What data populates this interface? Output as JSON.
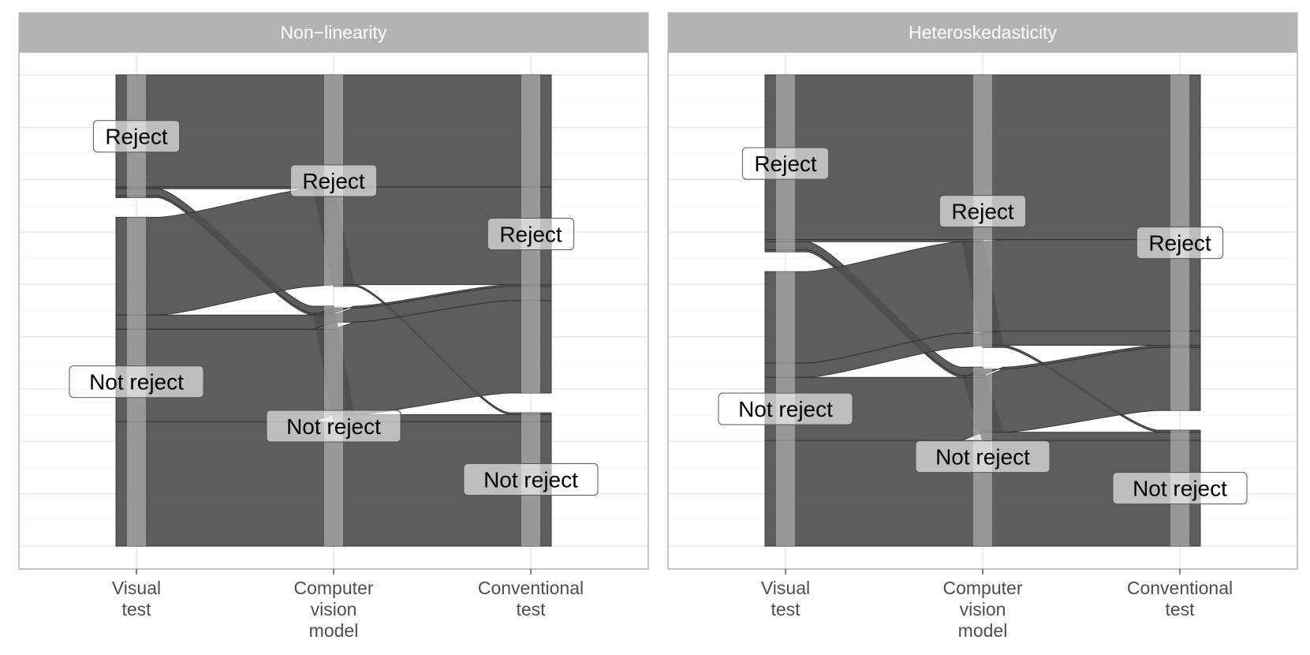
{
  "chart_data": [
    {
      "type": "alluvial",
      "title": "Non−linearity",
      "axes": [
        {
          "key": "visual",
          "label": "Visual\ntest"
        },
        {
          "key": "cv",
          "label": "Computer\nvision\nmodel"
        },
        {
          "key": "conv",
          "label": "Conventional\ntest"
        }
      ],
      "strata": [
        "Reject",
        "Not reject"
      ],
      "flows": [
        {
          "visual": "Reject",
          "cv": "Reject",
          "conv": "Reject",
          "count": 63
        },
        {
          "visual": "Reject",
          "cv": "Reject",
          "conv": "Not reject",
          "count": 1
        },
        {
          "visual": "Reject",
          "cv": "Not reject",
          "conv": "Not reject",
          "count": 4
        },
        {
          "visual": "Reject",
          "cv": "Not reject",
          "conv": "Reject",
          "count": 1
        },
        {
          "visual": "Not reject",
          "cv": "Reject",
          "conv": "Reject",
          "count": 55
        },
        {
          "visual": "Not reject",
          "cv": "Not reject",
          "conv": "Reject",
          "count": 8
        },
        {
          "visual": "Not reject",
          "cv": "Not reject",
          "conv": "Reject",
          "count": 52
        },
        {
          "visual": "Not reject",
          "cv": "Not reject",
          "conv": "Not reject",
          "count": 70
        }
      ]
    },
    {
      "type": "alluvial",
      "title": "Heteroskedasticity",
      "axes": [
        {
          "key": "visual",
          "label": "Visual\ntest"
        },
        {
          "key": "cv",
          "label": "Computer\nvision\nmodel"
        },
        {
          "key": "conv",
          "label": "Conventional\ntest"
        }
      ],
      "strata": [
        "Reject",
        "Not reject"
      ],
      "flows": [
        {
          "visual": "Reject",
          "cv": "Reject",
          "conv": "Reject",
          "count": 81
        },
        {
          "visual": "Reject",
          "cv": "Reject",
          "conv": "Not reject",
          "count": 1
        },
        {
          "visual": "Reject",
          "cv": "Not reject",
          "conv": "Not reject",
          "count": 4
        },
        {
          "visual": "Reject",
          "cv": "Not reject",
          "conv": "Reject",
          "count": 1
        },
        {
          "visual": "Not reject",
          "cv": "Reject",
          "conv": "Reject",
          "count": 45
        },
        {
          "visual": "Not reject",
          "cv": "Reject",
          "conv": "Reject",
          "count": 7
        },
        {
          "visual": "Not reject",
          "cv": "Not reject",
          "conv": "Reject",
          "count": 31
        },
        {
          "visual": "Not reject",
          "cv": "Not reject",
          "conv": "Not reject",
          "count": 52
        }
      ]
    }
  ]
}
